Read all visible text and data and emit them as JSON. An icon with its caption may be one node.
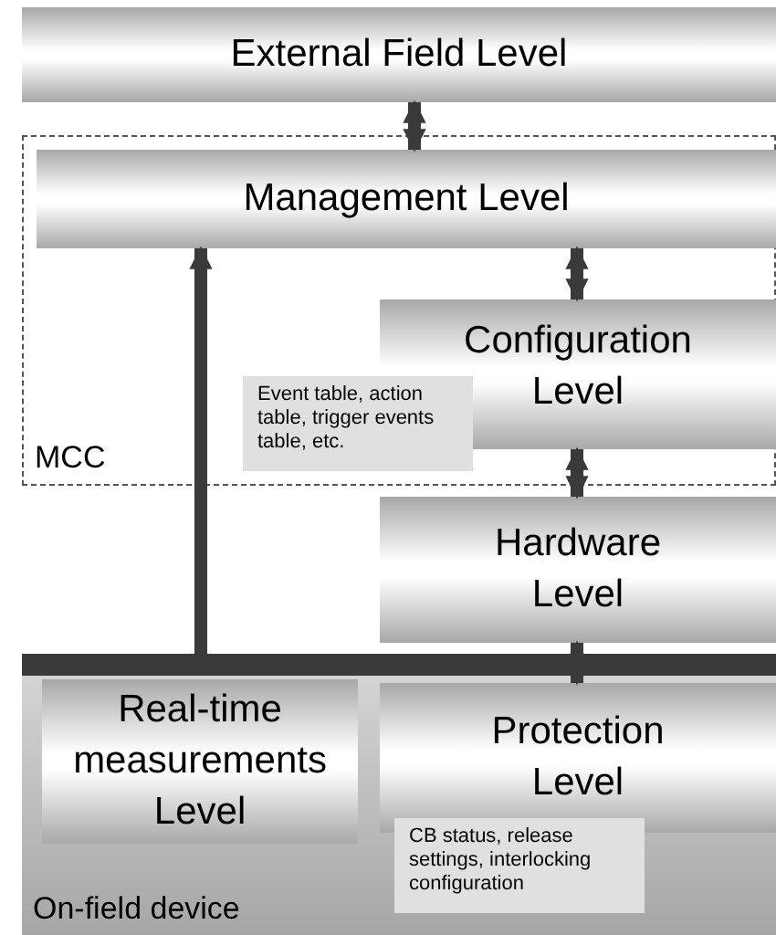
{
  "diagram": {
    "nodes": [
      {
        "text": [
          "External Field Level"
        ]
      },
      {
        "text": [
          "MCC"
        ]
      },
      {
        "text": [
          "Management Level"
        ],
        "in": 1
      },
      {
        "text": [
          "Configuration Level"
        ],
        "in": 1
      },
      {
        "text": [
          "Event table, action table, trigger events table, etc."
        ],
        "in": 1
      },
      {
        "text": [
          "Hardware Level"
        ]
      },
      {
        "text": [
          "On-field device"
        ]
      },
      {
        "text": [
          "Real-time measurements Level"
        ],
        "in": 6
      },
      {
        "text": [
          "Protection Level"
        ],
        "in": 6
      },
      {
        "text": [
          "CB status, release settings, interlocking configuration"
        ],
        "in": 6
      }
    ],
    "edges": [
      {
        "from": 0,
        "to": 2,
        "arrow": "both"
      },
      {
        "from": 2,
        "to": 3,
        "arrow": "both"
      },
      {
        "from": 3,
        "to": 5,
        "arrow": "both"
      },
      {
        "from": 5,
        "to": 8,
        "arrow": "both"
      },
      {
        "from": 6,
        "to": 2,
        "arrow": "to"
      }
    ]
  }
}
